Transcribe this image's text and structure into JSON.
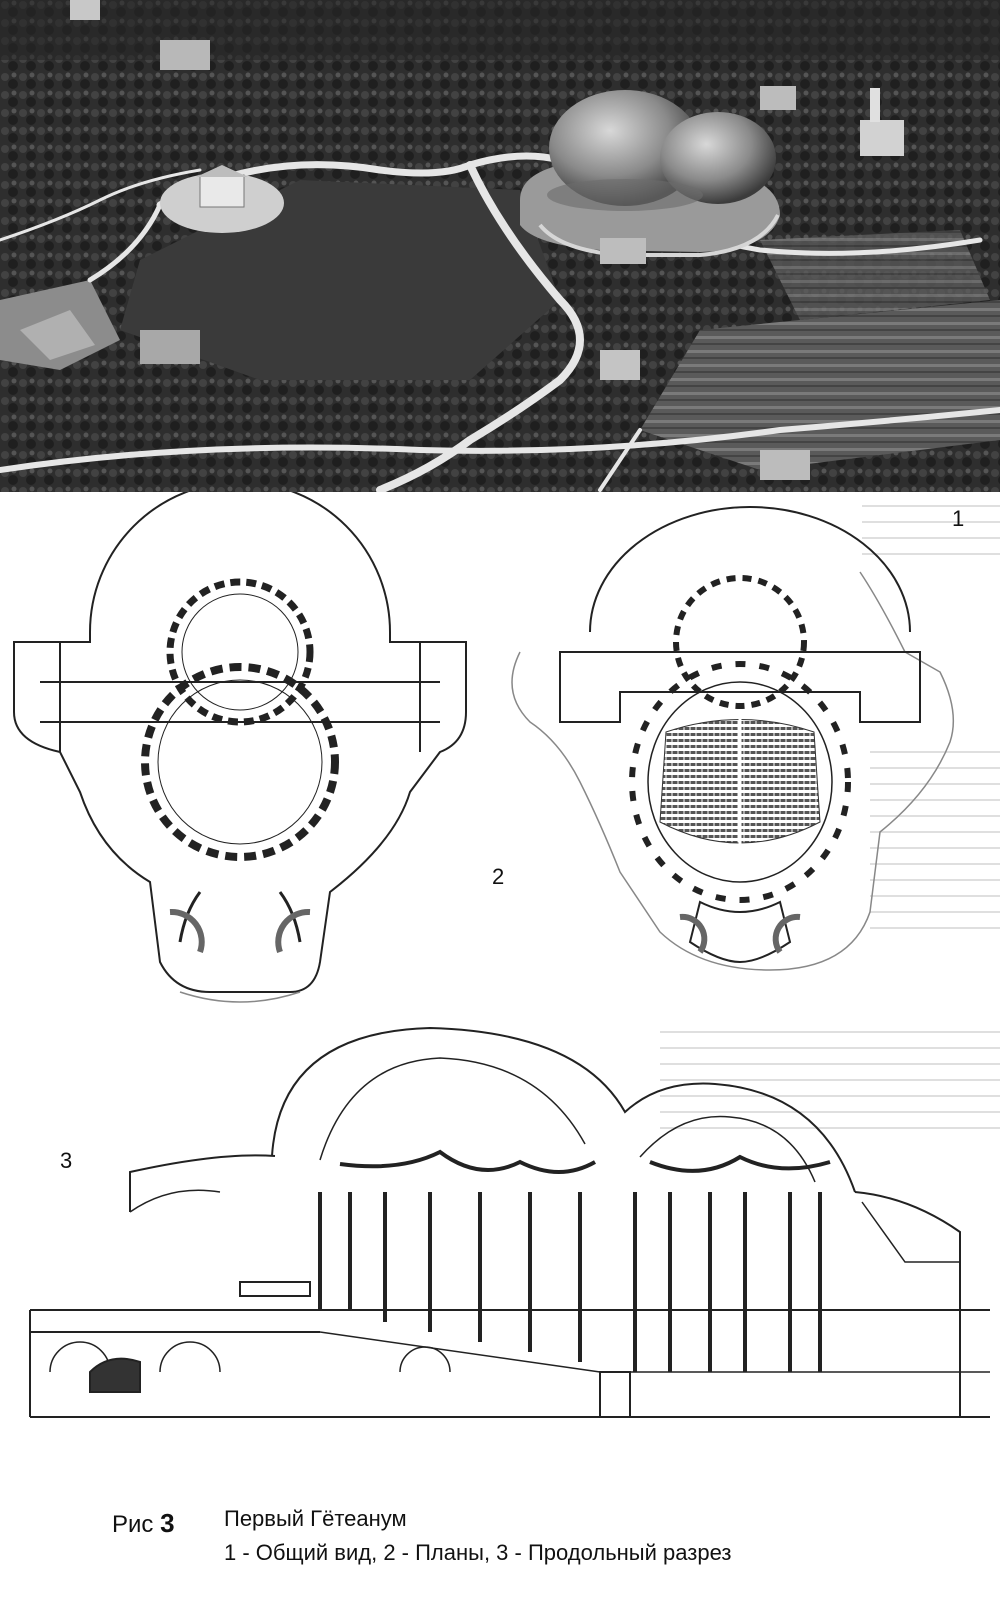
{
  "figure": {
    "labels": {
      "view": "1",
      "plans": "2",
      "section": "3"
    },
    "caption": {
      "label": "Рис",
      "number": "3",
      "title": "Первый Гётеанум",
      "legend": "1 - Общий вид, 2 - Планы, 3 - Продольный разрез"
    }
  }
}
